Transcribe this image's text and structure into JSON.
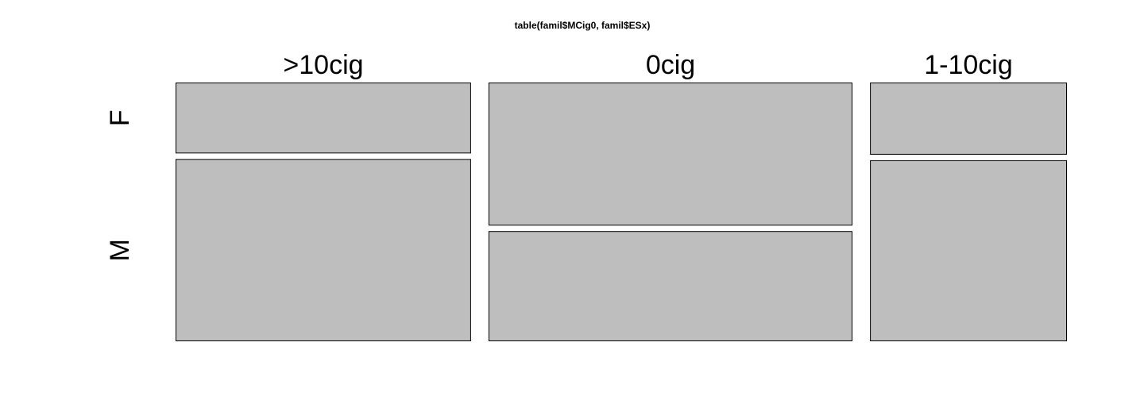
{
  "chart_data": {
    "type": "mosaic",
    "title": "table(famil$MCig0, famil$ESx)",
    "x_variable_levels": [
      ">10cig",
      "0cig",
      "1-10cig"
    ],
    "y_variable_levels": [
      "F",
      "M"
    ],
    "column_proportions": [
      0.345,
      0.425,
      0.23
    ],
    "conditional_proportions": [
      {
        "category": ">10cig",
        "F": 0.28,
        "M": 0.72
      },
      {
        "category": "0cig",
        "F": 0.565,
        "M": 0.435
      },
      {
        "category": "1-10cig",
        "F": 0.285,
        "M": 0.715
      }
    ],
    "tile_fill": "#bebebe",
    "tile_stroke": "#000000",
    "legend": "none",
    "grid": false
  }
}
